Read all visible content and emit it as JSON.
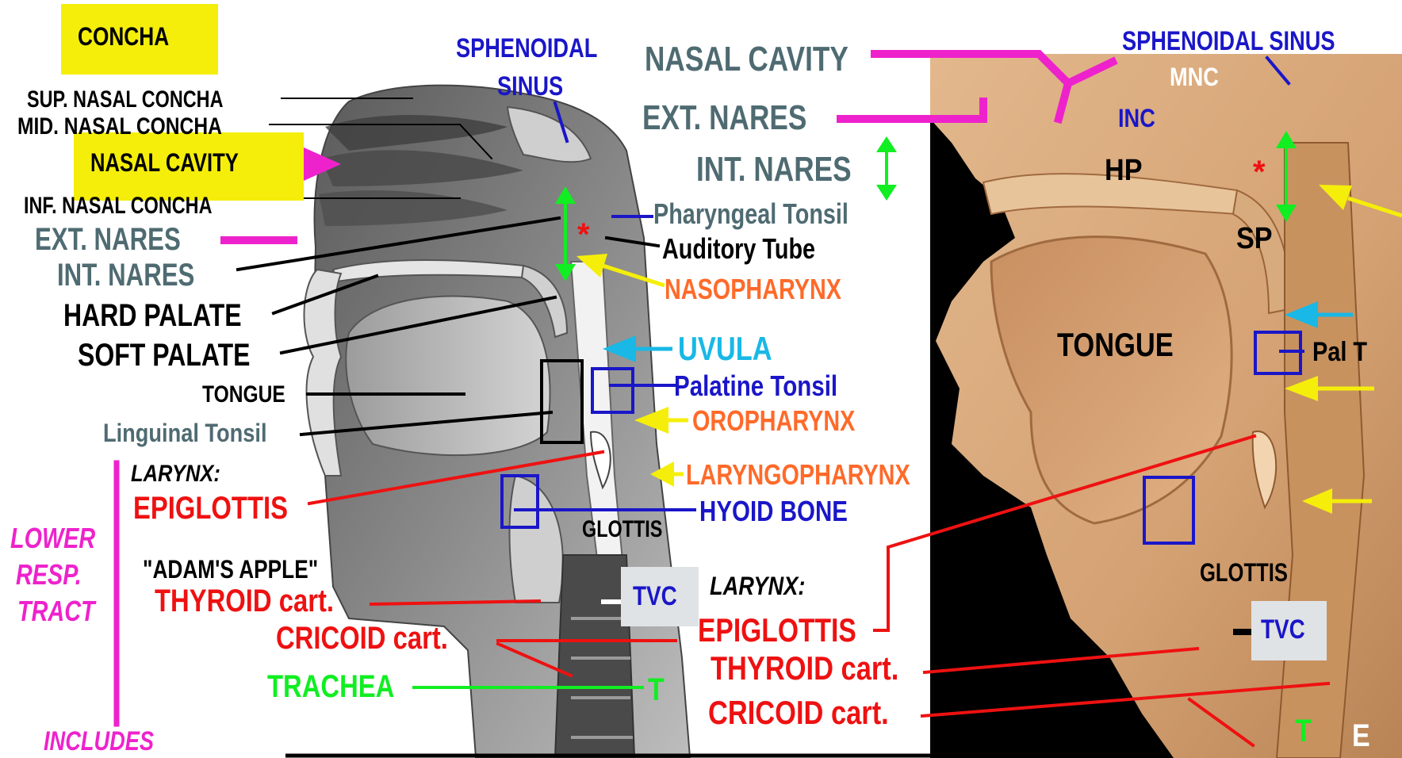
{
  "colors": {
    "magenta": "#ee22cc",
    "red": "#ee1111",
    "blue": "#1a16c8",
    "green": "#11ee22",
    "yellow": "#f5ee0a",
    "cyan": "#19b8e6",
    "orange": "#ff6a2a",
    "slate": "#4f6b72",
    "photo_tissue": "#d8a77a",
    "photo_background": "#000000"
  },
  "left_panel": {
    "concha_box": "CONCHA",
    "sup_nasal_concha": "SUP. NASAL CONCHA",
    "mid_nasal_concha": "MID. NASAL CONCHA",
    "nasal_cavity": "NASAL CAVITY",
    "inf_nasal_concha": "INF. NASAL CONCHA",
    "ext_nares": "EXT. NARES",
    "int_nares": "INT. NARES",
    "hard_palate": "HARD PALATE",
    "soft_palate": "SOFT PALATE",
    "tongue": "TONGUE",
    "linguinal_tonsil": "Linguinal Tonsil",
    "larynx": "LARYNX:",
    "epiglottis": "EPIGLOTTIS",
    "lower_resp_1": "LOWER",
    "lower_resp_2": "RESP.",
    "lower_resp_3": "TRACT",
    "includes": "INCLUDES",
    "adams_apple": "\"ADAM'S APPLE\"",
    "thyroid_cart": "THYROID cart.",
    "cricoid_cart": "CRICOID cart.",
    "trachea": "TRACHEA",
    "sphenoidal_sinus_1": "SPHENOIDAL",
    "sphenoidal_sinus_2": "SINUS",
    "glottis": "GLOTTIS",
    "tvc": "TVC",
    "t": "T"
  },
  "middle_labels": {
    "nasal_cavity": "NASAL CAVITY",
    "ext_nares": "EXT. NARES",
    "int_nares": "INT. NARES",
    "pharyngeal_tonsil": "Pharyngeal Tonsil",
    "auditory_tube": "Auditory Tube",
    "nasopharynx": "NASOPHARYNX",
    "uvula": "UVULA",
    "palatine_tonsil": "Palatine Tonsil",
    "oropharynx": "OROPHARYNX",
    "laryngopharynx": "LARYNGOPHARYNX",
    "hyoid_bone": "HYOID BONE",
    "larynx": "LARYNX:",
    "epiglottis": "EPIGLOTTIS",
    "thyroid_cart": "THYROID cart.",
    "cricoid_cart": "CRICOID cart.",
    "asterisk": "*"
  },
  "photo_panel": {
    "sphenoidal_sinus": "SPHENOIDAL SINUS",
    "mnc": "MNC",
    "inc": "INC",
    "hp": "HP",
    "sp": "SP",
    "tongue": "TONGUE",
    "pal_t": "Pal T",
    "glottis": "GLOTTIS",
    "tvc": "TVC",
    "t": "T",
    "e": "E",
    "asterisk": "*"
  }
}
